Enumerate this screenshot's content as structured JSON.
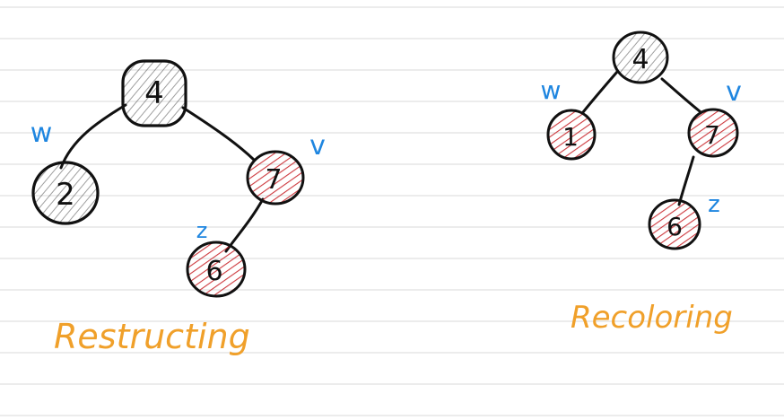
{
  "colors": {
    "paper": "#ffffff",
    "rule_line": "#d9d9d9",
    "ink": "#111111",
    "black_node_hatch": "#2a2a2a",
    "red_node_hatch": "#c4161c",
    "annotation_blue": "#1f86e0",
    "caption_orange": "#f0a02a"
  },
  "left_tree": {
    "caption": "Restructing",
    "root": {
      "value": "4",
      "color": "black"
    },
    "w": {
      "label": "w",
      "value": "2",
      "color": "black"
    },
    "v": {
      "label": "v",
      "value": "7",
      "color": "red"
    },
    "z": {
      "label": "z",
      "value": "6",
      "color": "red"
    }
  },
  "right_tree": {
    "caption": "Recoloring",
    "root": {
      "value": "4",
      "color": "black"
    },
    "w": {
      "label": "w",
      "value": "1",
      "color": "red"
    },
    "v": {
      "label": "v",
      "value": "7",
      "color": "red"
    },
    "z": {
      "label": "z",
      "value": "6",
      "color": "red"
    }
  }
}
